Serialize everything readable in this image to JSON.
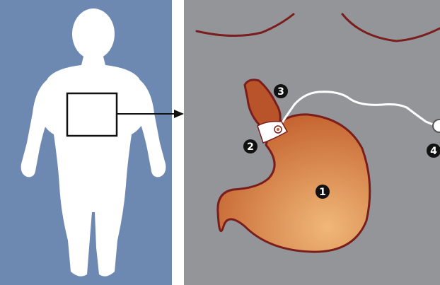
{
  "left_panel": {
    "background": "#6d88b1",
    "silhouette_color": "#ffffff",
    "focus_box_stroke": "#111111"
  },
  "right_panel": {
    "background": "#949599",
    "ribs_color": "#7a1d1d",
    "stomach_fill_dark": "#c4622f",
    "stomach_fill_light": "#f0b878",
    "stomach_stroke": "#7a1d1d",
    "esophagus_fill": "#b9542a",
    "band_color": "#ffffff",
    "tube_color": "#ffffff",
    "port_color": "#ffffff"
  },
  "arrow": {
    "color": "#111111"
  },
  "markers": [
    {
      "id": "stomach",
      "label": "1"
    },
    {
      "id": "band",
      "label": "2"
    },
    {
      "id": "esophagus",
      "label": "3"
    },
    {
      "id": "port",
      "label": "4"
    }
  ]
}
